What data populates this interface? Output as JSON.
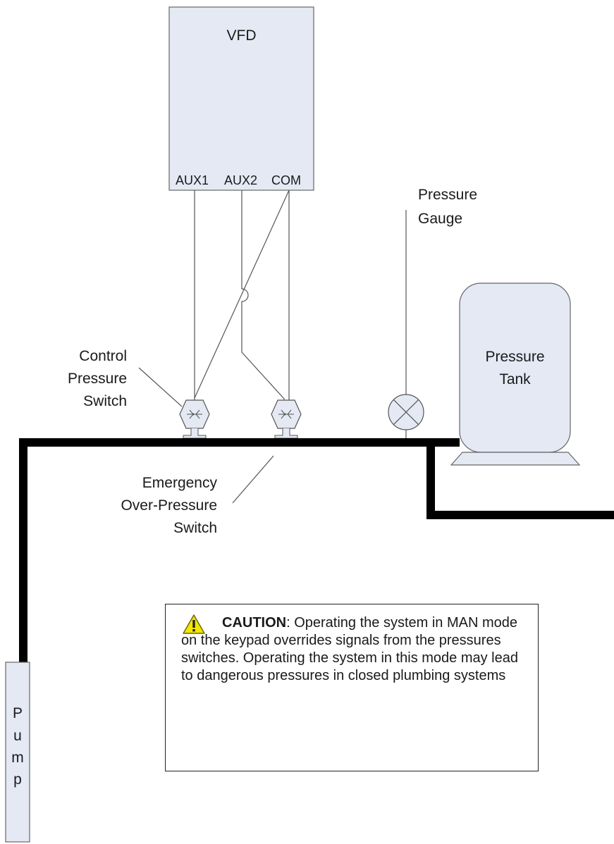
{
  "components": {
    "vfd": {
      "title": "VFD",
      "terminals": [
        "AUX1",
        "AUX2",
        "COM"
      ]
    },
    "pressure_gauge": {
      "label_line1": "Pressure",
      "label_line2": "Gauge"
    },
    "pressure_tank": {
      "label_line1": "Pressure",
      "label_line2": "Tank"
    },
    "control_switch": {
      "label_line1": "Control",
      "label_line2": "Pressure",
      "label_line3": "Switch"
    },
    "emergency_switch": {
      "label_line1": "Emergency",
      "label_line2": "Over-Pressure",
      "label_line3": "Switch"
    },
    "pump": {
      "letters": [
        "P",
        "u",
        "m",
        "p"
      ]
    }
  },
  "caution": {
    "lead": "CAUTION",
    "text": ": Operating the system in MAN mode on the keypad overrides signals from the pressures switches. Operating the system in this mode may lead to dangerous pressures in closed plumbing systems",
    "icon": "warning-triangle-icon",
    "icon_color": "#f2e600"
  },
  "colors": {
    "box_fill": "#e4e9f4",
    "line": "#555555",
    "pipe": "#000000"
  }
}
